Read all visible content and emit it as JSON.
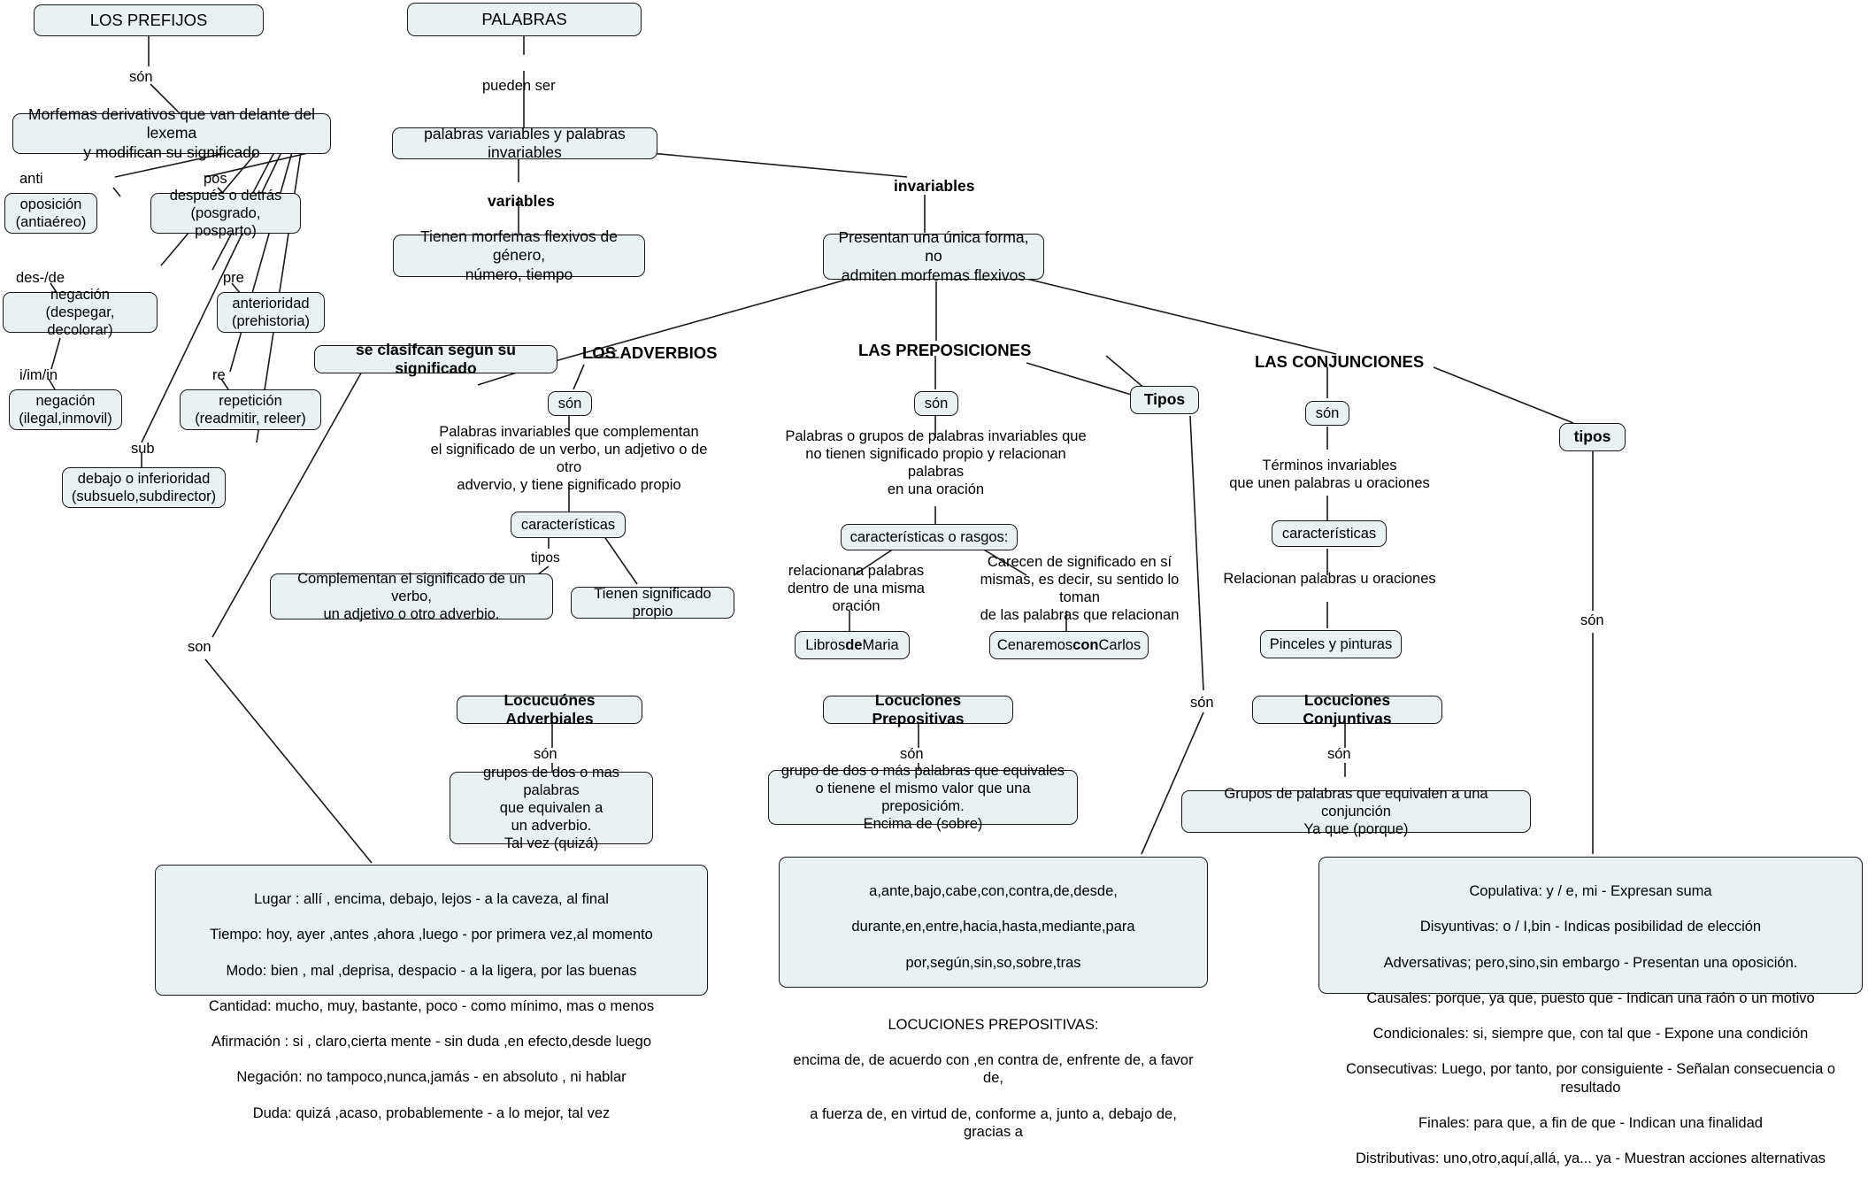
{
  "diagram": {
    "title": "Mapa conceptual: Palabras, Prefijos, Adverbios, Preposiciones y Conjunciones",
    "colors": {
      "node_fill": "#e9f1f3",
      "node_border": "#1a1a1a",
      "line": "#1a1a1a",
      "background": "#ffffff"
    }
  },
  "prefijos": {
    "root": "LOS PREFIJOS",
    "link_son": "són",
    "definition": "Morfemas derivativos que van delante del lexema\ny modifican su significado",
    "items": [
      {
        "prefix": "anti",
        "meaning": "oposición\n(antiaéreo)"
      },
      {
        "prefix": "pos",
        "meaning": "después o detrás\n(posgrado, posparto)"
      },
      {
        "prefix": "des-/de",
        "meaning": "negación\n(despegar, decolorar)"
      },
      {
        "prefix": "pre",
        "meaning": "anterioridad\n(prehistoria)"
      },
      {
        "prefix": "i/im/in",
        "meaning": "negación\n(ilegal,inmovil)"
      },
      {
        "prefix": "re",
        "meaning": "repetición\n(readmitir, releer)"
      },
      {
        "prefix": "sub",
        "meaning": "debajo o inferioridad\n(subsuelo,subdirector)"
      }
    ]
  },
  "palabras": {
    "root": "PALABRAS",
    "link_pueden_ser": "pueden ser",
    "branch": "palabras variables y palabras invariables",
    "variables_label": "variables",
    "variables_box": "Tienen morfemas flexivos de género,\nnúmero, tiempo",
    "invariables_label": "invariables",
    "invariables_box": "Presentan una única forma, no\nadmiten morfemas flexivos"
  },
  "adverbios": {
    "title": "LOS ADVERBIOS",
    "clasificacion": "se clasifcan segun su significado",
    "link_son": "són",
    "definition": "Palabras invariables que complementan\nel significado de un verbo, un adjetivo o de otro\nadvervio, y tiene significado propio",
    "caracteristicas": "características",
    "link_tipos": "tipos",
    "carac_1": "Complementan el significado de un verbo,\nun adjetivo o otro adverbio.",
    "carac_2": "Tienen significado propio",
    "link_son_clasif": "son",
    "locuciones_title": "Locucuónes Adverbiales",
    "locuciones_link": "són",
    "locuciones_box": "grupos de dos o mas palabras\nque equivalen a\nun adverbio.\nTal vez (quizá)",
    "clasif_list": [
      "Lugar : allí , encima, debajo, lejos   -   a la caveza, al final",
      "Tiempo: hoy, ayer ,antes ,ahora ,luego    -    por primera vez,al momento",
      "Modo: bien , mal ,deprisa, despacio   -     a la ligera, por las buenas",
      "Cantidad: mucho, muy, bastante, poco   -   como mínimo, mas o menos",
      "Afirmación : si , claro,cierta mente    -   sin duda ,en efecto,desde luego",
      "Negación: no tampoco,nunca,jamás  -  en absoluto , ni hablar",
      "Duda: quizá ,acaso, probablemente   -  a lo mejor, tal vez"
    ]
  },
  "preposiciones": {
    "title": "LAS PREPOSICIONES",
    "link_son": "són",
    "definition": "Palabras o grupos de palabras invariables que\nno tienen significado propio y relacionan palabras\nen una oración",
    "caracteristicas": "características o rasgos:",
    "rasgo_1": "relacionana palabras\ndentro de una misma oración",
    "rasgo_2": "Carecen de significado en sí\nmismas, es decir, su sentido lo toman\nde las palabras que relacionan",
    "ejemplo_1_pre": "Libros ",
    "ejemplo_1_bold": "de",
    "ejemplo_1_post": " Maria",
    "ejemplo_2_pre": "Cenaremos ",
    "ejemplo_2_bold": "con",
    "ejemplo_2_post": " Carlos",
    "tipos_label": "Tipos",
    "tipos_link_son": "són",
    "locuciones_title": "Locuciones Prepositivas",
    "locuciones_link": "són",
    "locuciones_box": "grupo de dos o más palabras que equivales\no tienene el mismo valor que una preposicióm.\nEncima de (sobre)",
    "tipos_list": [
      "a,ante,bajo,cabe,con,contra,de,desde,",
      "durante,en,entre,hacia,hasta,mediante,para",
      "por,según,sin,so,sobre,tras",
      "",
      "LOCUCIONES PREPOSITIVAS:",
      "encima de, de acuerdo con ,en contra de, enfrente de, a favor de,",
      "a fuerza de, en virtud de, conforme a, junto a, debajo de, gracias a"
    ]
  },
  "conjunciones": {
    "title": "LAS CONJUNCIONES",
    "link_son": "són",
    "definition": "Términos invariables\nque unen palabras u oraciones",
    "caracteristicas": "características",
    "relacionan": "Relacionan palabras u oraciones",
    "ejemplo": "Pinceles y pinturas",
    "tipos_label": "tipos",
    "tipos_link_son": "són",
    "locuciones_title": "Locuciones Conjuntivas",
    "locuciones_link": "són",
    "locuciones_box": "Grupos de palabras que equivalen a una conjunción\nYa que (porque)",
    "tipos_list": [
      "Copulativa: y / e, mi  - Expresan suma",
      "Disyuntivas: o / I,bin -  Indicas posibilidad de elección",
      "Adversativas; pero,sino,sin embargo -  Presentan una oposición.",
      "Causales: porque, ya que, puesto que - Indican una raón o un motivo",
      "Condicionales: si, siempre que, con tal que - Expone una condición",
      "Consecutivas: Luego, por tanto, por consiguiente - Señalan consecuencia o resultado",
      "Finales: para que, a fin de que - Indican una finalidad",
      "Distributivas: uno,otro,aquí,allá, ya... ya - Muestran acciones alternativas"
    ]
  }
}
